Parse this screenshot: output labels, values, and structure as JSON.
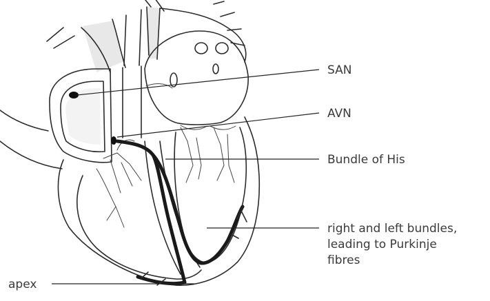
{
  "labels": {
    "san": "SAN",
    "avn": "AVN",
    "bundle_of_his": "Bundle of His",
    "bundles_line1": "right and left bundles,",
    "bundles_line2": "leading to Purkinje",
    "bundles_line3": "fibres",
    "apex": "apex"
  }
}
